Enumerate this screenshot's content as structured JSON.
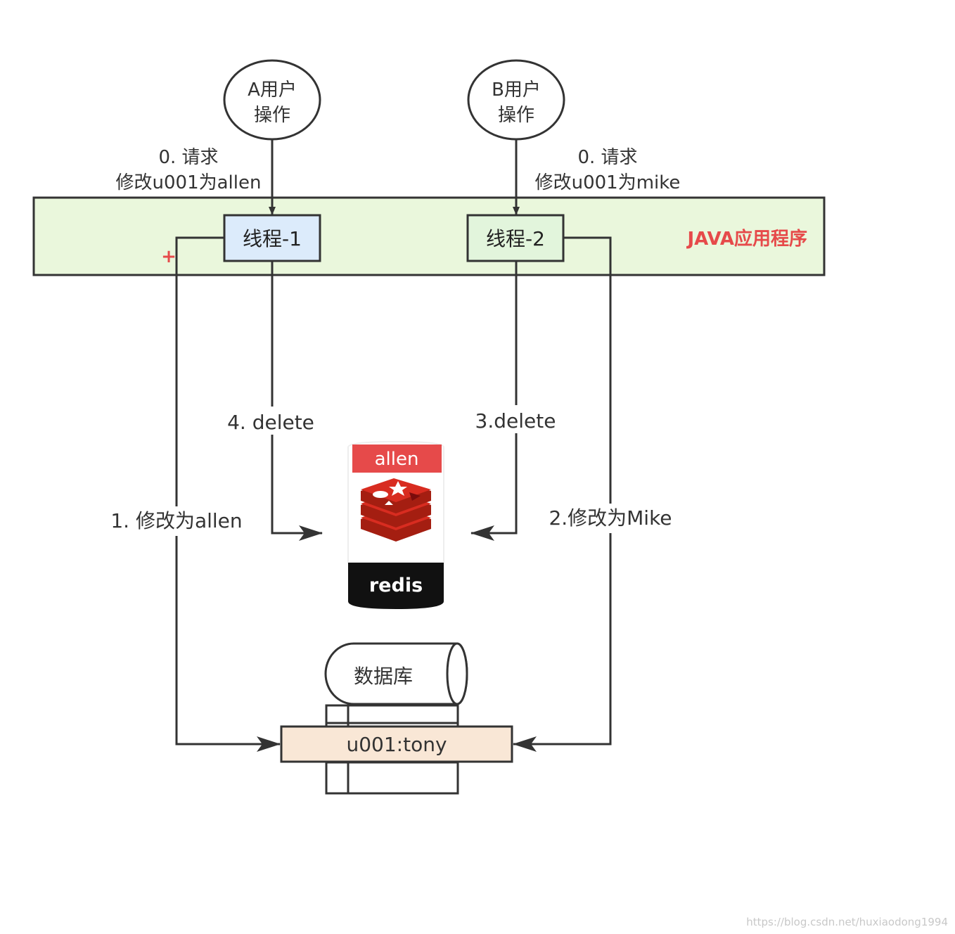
{
  "actors": {
    "a": {
      "line1": "A用户",
      "line2": "操作"
    },
    "b": {
      "line1": "B用户",
      "line2": "操作"
    }
  },
  "requests": {
    "a": {
      "line1": "0. 请求",
      "line2": "修改u001为allen"
    },
    "b": {
      "line1": "0. 请求",
      "line2": "修改u001为mike"
    }
  },
  "app": {
    "label": "JAVA应用程序",
    "marker": "+"
  },
  "threads": {
    "t1": "线程-1",
    "t2": "线程-2"
  },
  "steps": {
    "s1": "1. 修改为allen",
    "s2": "2.修改为Mike",
    "s3": "3.delete",
    "s4": "4. delete"
  },
  "redis": {
    "cached_value": "allen",
    "name": "redis"
  },
  "database": {
    "name": "数据库",
    "record": "u001:tony"
  },
  "watermark": "https://blog.csdn.net/huxiaodong1994",
  "colors": {
    "app_fill": "#eaf7dc",
    "thread1_fill": "#dcebfb",
    "thread2_fill": "#e2f5dc",
    "record_fill": "#f9e7d6",
    "accent_red": "#e64a4a",
    "redis_red": "#c9302c"
  }
}
